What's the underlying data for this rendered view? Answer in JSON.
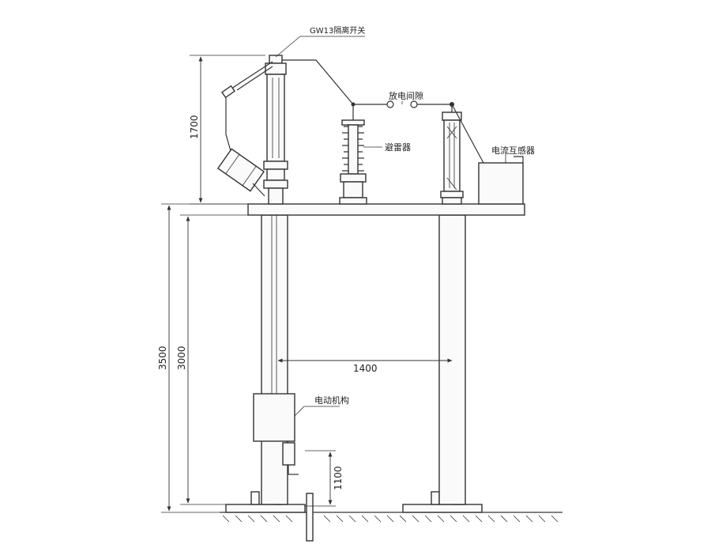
{
  "labels": {
    "switch": "GW13隔离开关",
    "gap": "放电间隙",
    "arrester": "避雷器",
    "ct": "电流互感器",
    "mechanism": "电动机构"
  },
  "dimensions": {
    "d1700": "1700",
    "d3500": "3500",
    "d3000": "3000",
    "d1400": "1400",
    "d1100": "1100"
  }
}
